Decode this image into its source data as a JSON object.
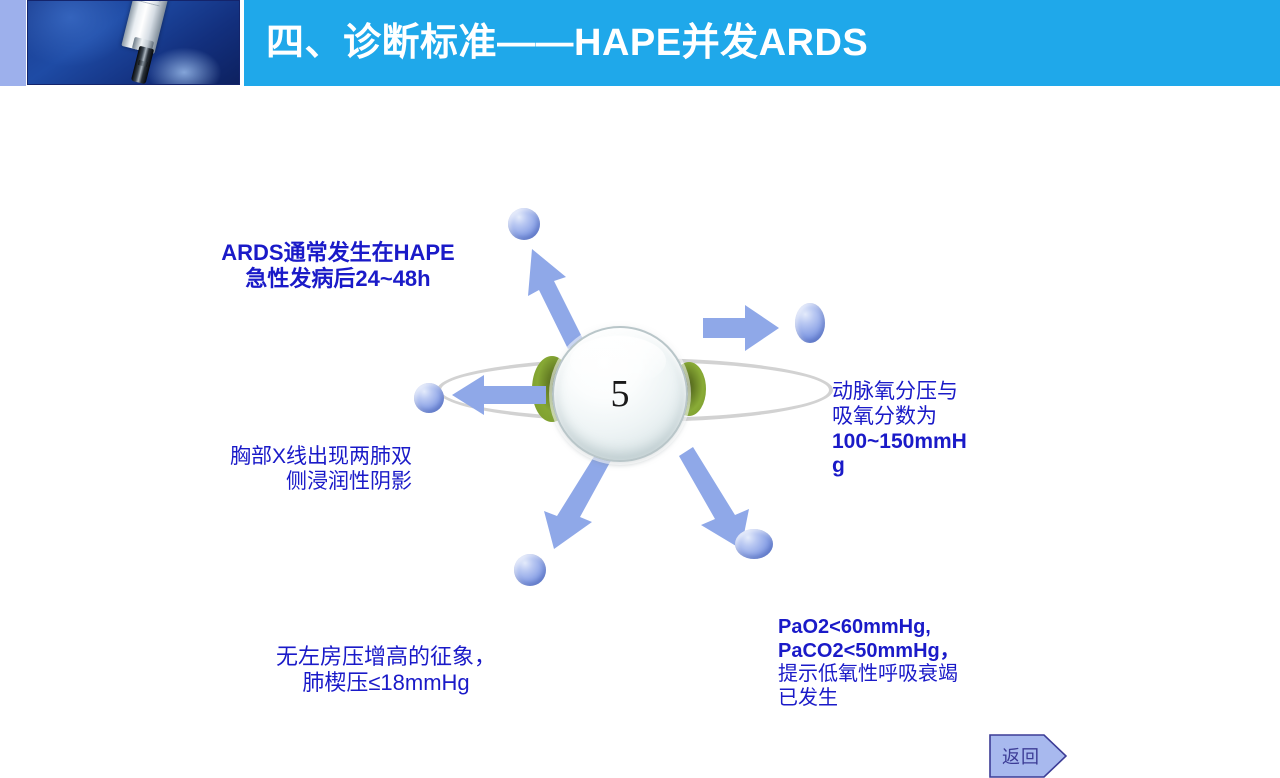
{
  "header": {
    "title": "四、诊断标准——HAPE并发ARDS",
    "banner_color": "#1fa8ea",
    "strip_color": "#9db0ec",
    "photo_alt": "syringe-photo"
  },
  "diagram": {
    "center_label": "5",
    "accent_text_color": "#1a1ac8",
    "arrow_color": "#8fa8e8",
    "ring_color": "#d2d2d2",
    "node_color": "#8ba2e6",
    "disc_color": "#86a834",
    "nodes": [
      {
        "id": "node-top",
        "lines": [
          "ARDS通常发生在HAPE",
          "急性发病后24~48h"
        ]
      },
      {
        "id": "node-right",
        "lines": [
          "动脉氧分压与",
          "吸氧分数为",
          "100~150mmH",
          "g"
        ]
      },
      {
        "id": "node-left",
        "lines": [
          "胸部X线出现两肺双",
          "侧浸润性阴影"
        ]
      },
      {
        "id": "node-bottom-left",
        "lines": [
          "无左房压增高的征象，",
          "肺楔压≤18mmHg"
        ]
      },
      {
        "id": "node-bottom-right",
        "lines": [
          "PaO2<60mmHg,",
          "PaCO2<50mmHg，",
          "提示低氧性呼吸衰竭",
          "已发生"
        ]
      }
    ]
  },
  "footer": {
    "return_label": "返回",
    "return_fill": "#a8b9ee",
    "return_stroke": "#3c3c96"
  }
}
